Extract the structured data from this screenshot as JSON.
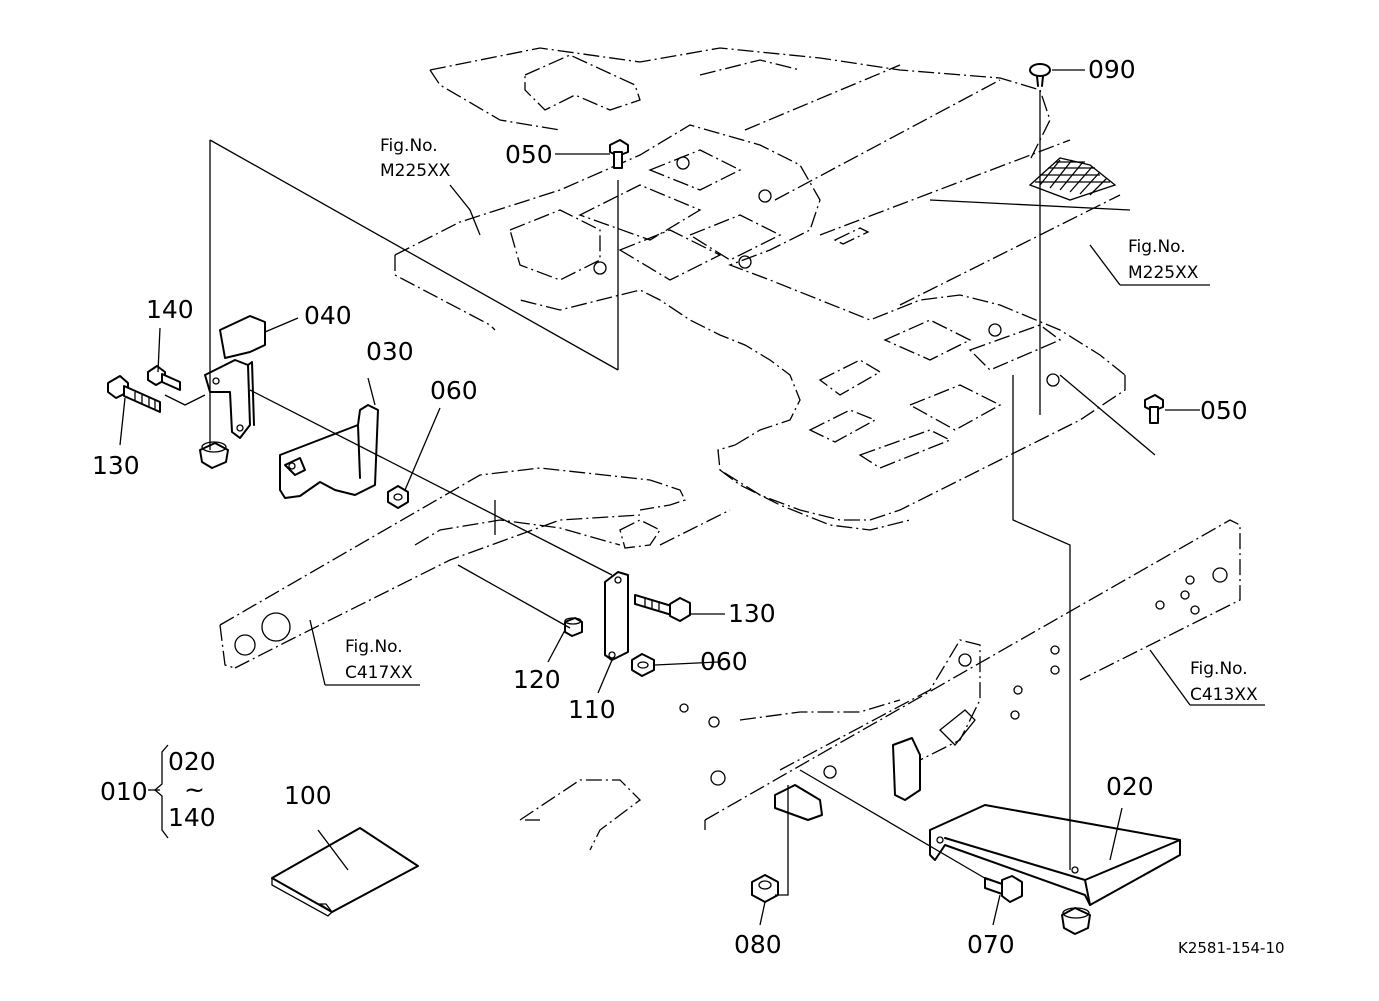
{
  "drawing_code": "K2581-154-10",
  "callouts": {
    "p010": "010",
    "p020_top": "020",
    "p020_range_end": "140",
    "range_sign": "~",
    "p020": "020",
    "p030": "030",
    "p040": "040",
    "p050_upper": "050",
    "p050_right": "050",
    "p060_upper": "060",
    "p060_lower": "060",
    "p070": "070",
    "p080": "080",
    "p090": "090",
    "p100": "100",
    "p110": "110",
    "p120": "120",
    "p130_left": "130",
    "p130_right": "130",
    "p140": "140"
  },
  "figure_refs": {
    "ref1": {
      "label": "Fig.No.",
      "code": "M225XX"
    },
    "ref2": {
      "label": "Fig.No.",
      "code": "M225XX"
    },
    "ref3": {
      "label": "Fig.No.",
      "code": "C417XX"
    },
    "ref4": {
      "label": "Fig.No.",
      "code": "C413XX"
    }
  }
}
